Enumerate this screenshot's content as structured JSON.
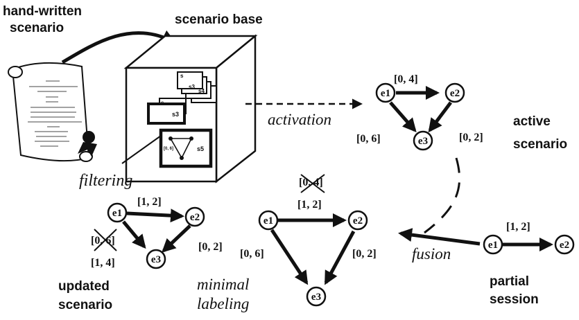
{
  "labels": {
    "handwritten": [
      "hand-written",
      "scenario"
    ],
    "scenario_base": "scenario base",
    "filtering": "filtering",
    "activation": "activation",
    "active_scenario": [
      "active",
      "scenario"
    ],
    "fusion": "fusion",
    "partial_session": [
      "partial",
      "session"
    ],
    "minimal_labeling": [
      "minimal",
      "labeling"
    ],
    "updated_scenario": [
      "updated",
      "scenario"
    ]
  },
  "active_scenario": {
    "nodes": [
      "e1",
      "e2",
      "e3"
    ],
    "edges": [
      {
        "from": "e1",
        "to": "e2",
        "label": "[0, 4]"
      },
      {
        "from": "e1",
        "to": "e3",
        "label": "[0, 6]"
      },
      {
        "from": "e2",
        "to": "e3",
        "label": "[0, 2]"
      }
    ]
  },
  "partial_session": {
    "nodes": [
      "e1",
      "e2"
    ],
    "edges": [
      {
        "from": "e1",
        "to": "e2",
        "label": "[1, 2]"
      }
    ]
  },
  "minimal_labeling": {
    "nodes": [
      "e1",
      "e2",
      "e3"
    ],
    "edges": [
      {
        "from": "e1",
        "to": "e2",
        "label": "[1, 2]",
        "crossed_label": "[0, 4]"
      },
      {
        "from": "e1",
        "to": "e3",
        "label": "[0, 6]"
      },
      {
        "from": "e2",
        "to": "e3",
        "label": "[0, 2]"
      }
    ]
  },
  "updated_scenario": {
    "nodes": [
      "e1",
      "e2",
      "e3"
    ],
    "edges": [
      {
        "from": "e1",
        "to": "e2",
        "label": "[1, 2]"
      },
      {
        "from": "e1",
        "to": "e3",
        "label": "[1, 4]",
        "crossed_label": "[0, 6]"
      },
      {
        "from": "e2",
        "to": "e3",
        "label": "[0, 2]"
      }
    ]
  },
  "cube_cards": {
    "small": [
      "s",
      "s3",
      "s4"
    ],
    "front": [
      "s",
      "s3"
    ],
    "graph_label": "[0, 6]",
    "graph_node": "s5"
  }
}
